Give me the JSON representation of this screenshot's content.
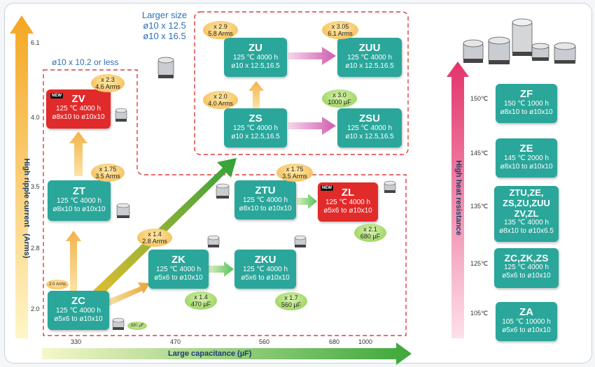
{
  "axes": {
    "y_title": "High ripple current",
    "y_unit": "(Arms)",
    "y_ticks": [
      "6.1",
      "4.0",
      "3.5",
      "2.8",
      "2.0"
    ],
    "x_title": "Large capacitance (µF)",
    "x_ticks": [
      "330",
      "470",
      "560",
      "680",
      "1000"
    ],
    "right_title": "High heat resistance",
    "right_ticks": [
      "150℃",
      "145℃",
      "135℃",
      "125℃",
      "105℃"
    ]
  },
  "groups": {
    "small_label": "ø10 x 10.2 or less",
    "large_label_1": "Larger size",
    "large_label_2": "ø10 x 12.5",
    "large_label_3": "ø10 x 16.5"
  },
  "series": {
    "ZC": {
      "name": "ZC",
      "temp": "125 ℃ 4000 h",
      "size": "ø5x6 to ø10x10"
    },
    "ZT": {
      "name": "ZT",
      "temp": "125 ℃ 4000 h",
      "size": "ø8x10 to ø10x10"
    },
    "ZV": {
      "name": "ZV",
      "temp": "125 ℃ 4000 h",
      "size": "ø8x10 to ø10x10",
      "tag": "NEW"
    },
    "ZK": {
      "name": "ZK",
      "temp": "125 ℃ 4000 h",
      "size": "ø5x6 to ø10x10"
    },
    "ZKU": {
      "name": "ZKU",
      "temp": "125 ℃ 4000 h",
      "size": "ø5x6 to ø10x10"
    },
    "ZTU": {
      "name": "ZTU",
      "temp": "125 ℃ 4000 h",
      "size": "ø8x10 to ø10x10"
    },
    "ZL": {
      "name": "ZL",
      "temp": "125 ℃ 4000 h",
      "size": "ø5x6 to ø10x10",
      "tag": "NEW"
    },
    "ZS": {
      "name": "ZS",
      "temp": "125 ℃ 4000 h",
      "size": "ø10 x 12.5,16.5"
    },
    "ZU": {
      "name": "ZU",
      "temp": "125 ℃ 4000 h",
      "size": "ø10 x 12.5,16.5"
    },
    "ZSU": {
      "name": "ZSU",
      "temp": "125 ℃ 4000 h",
      "size": "ø10 x 12.5,16.5"
    },
    "ZUU": {
      "name": "ZUU",
      "temp": "125 ℃ 4000 h",
      "size": "ø10 x 12.5,16.5"
    }
  },
  "badges": {
    "zc_ripple": "2.0 Arms",
    "zc_cap": "330 µF",
    "zt_x": "x 1.75",
    "zt_v": "3.5 Arms",
    "zv_x": "x 2.3",
    "zv_v": "4.6 Arms",
    "diag_x": "x 1.4",
    "diag_v": "2.8 Arms",
    "zk_x": "x 1.4",
    "zk_v": "470 µF",
    "zku_x": "x 1.7",
    "zku_v": "560 µF",
    "ztu_x": "x 1.75",
    "ztu_v": "3.5 Arms",
    "zl_x": "x 2.1",
    "zl_v": "680 µF",
    "zu_x": "x 2.9",
    "zu_v": "5.8 Arms",
    "zs_x": "x 2.0",
    "zs_v": "4.0 Arms",
    "zuu_x": "x 3.05",
    "zuu_v": "6.1 Arms",
    "zsu_x": "x 3.0",
    "zsu_v": "1000 µF"
  },
  "heat": [
    {
      "name": "ZF",
      "temp": "150 ℃ 1000 h",
      "size": "ø8x10 to ø10x10"
    },
    {
      "name": "ZE",
      "temp": "145 ℃ 2000 h",
      "size": "ø8x10 to ø10x10"
    },
    {
      "name": "ZTU,ZE,\nZS,ZU,ZUU\nZV,ZL",
      "temp": "135 ℃ 4000 h",
      "size": "ø8x10 to ø10x6.5"
    },
    {
      "name": "ZC,ZK,ZS",
      "temp": "125 ℃ 4000 h",
      "size": "ø5x6 to ø10x10"
    },
    {
      "name": "ZA",
      "temp": "105 ℃ 10000 h",
      "size": "ø5x6 to ø10x10"
    }
  ],
  "colors": {
    "teal": "#2aa69a",
    "red": "#e12a2a",
    "accent_blue": "#2e6fb8",
    "dash_red": "#e03b3b"
  }
}
